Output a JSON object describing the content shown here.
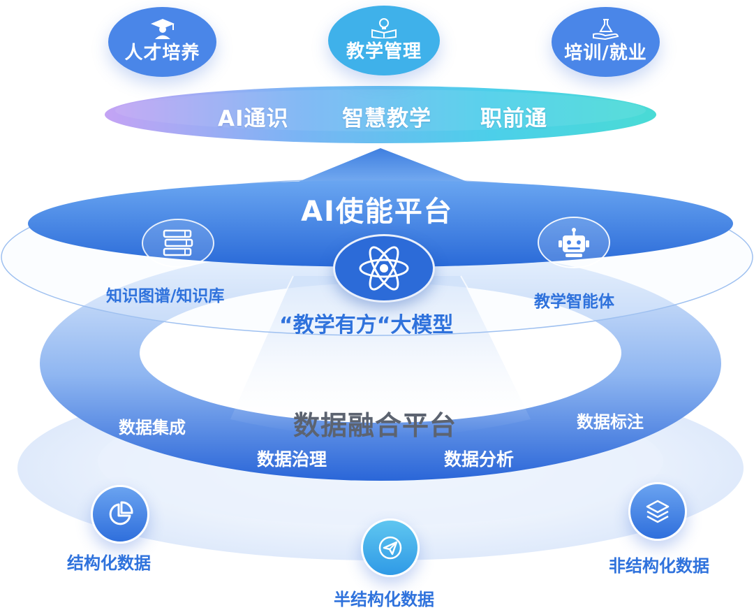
{
  "top_nodes": [
    {
      "label": "人才培养",
      "icon": "graduate-icon",
      "color": "#4a86e8"
    },
    {
      "label": "教学管理",
      "icon": "lightbulb-book-icon",
      "color": "#3fb1ea"
    },
    {
      "label": "培训/就业",
      "icon": "hand-flask-icon",
      "color": "#4a86e8"
    }
  ],
  "application_band": {
    "items": [
      "AI通识",
      "智慧教学",
      "职前通"
    ]
  },
  "ai_platform": {
    "title": "AI使能平台",
    "modules": [
      {
        "label": "知识图谱/知识库",
        "icon": "books-icon"
      },
      {
        "label": "“教学有方“大模型",
        "icon": "atom-icon"
      },
      {
        "label": "教学智能体",
        "icon": "robot-icon"
      }
    ]
  },
  "data_platform": {
    "title": "数据融合平台",
    "functions": [
      "数据集成",
      "数据治理",
      "数据分析",
      "数据标注"
    ]
  },
  "data_sources": [
    {
      "label": "结构化数据",
      "icon": "pie-chart-icon"
    },
    {
      "label": "半结构化数据",
      "icon": "paper-plane-icon"
    },
    {
      "label": "非结构化数据",
      "icon": "layers-icon"
    }
  ],
  "colors": {
    "primary_blue": "#2f72dc",
    "light_blue": "#3fb1ea",
    "gradient_purple": "#b59cf2",
    "gradient_cyan": "#43d8e0",
    "title_gray": "#5c6370"
  }
}
